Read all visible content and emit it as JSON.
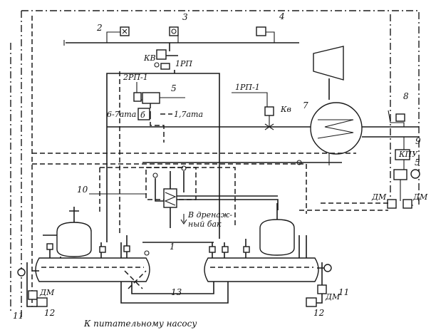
{
  "labels": {
    "n1": "1",
    "n2": "2",
    "n3": "3",
    "n4": "4",
    "n5": "5",
    "n5b": "5",
    "n7": "7",
    "n8": "8",
    "n9": "9",
    "n10": "10",
    "n11a": "11",
    "n11b": "11",
    "n12a": "12",
    "n12b": "12",
    "n13": "13",
    "kv": "КВ",
    "rp1": "1РП",
    "rp2_1": "2РП-1",
    "rp1_1": "1РП-1",
    "ata6": "6-7ата",
    "ata17": "1,7ата",
    "kv2": "Кв",
    "kpu": "КПУ",
    "dm1": "ДМ",
    "dm2": "ДМ",
    "dm3": "ДМ",
    "dm4": "ДМ",
    "drain_line1": "В дренаж-",
    "drain_line2": "ный бак",
    "caption": "К питательному насосу"
  }
}
